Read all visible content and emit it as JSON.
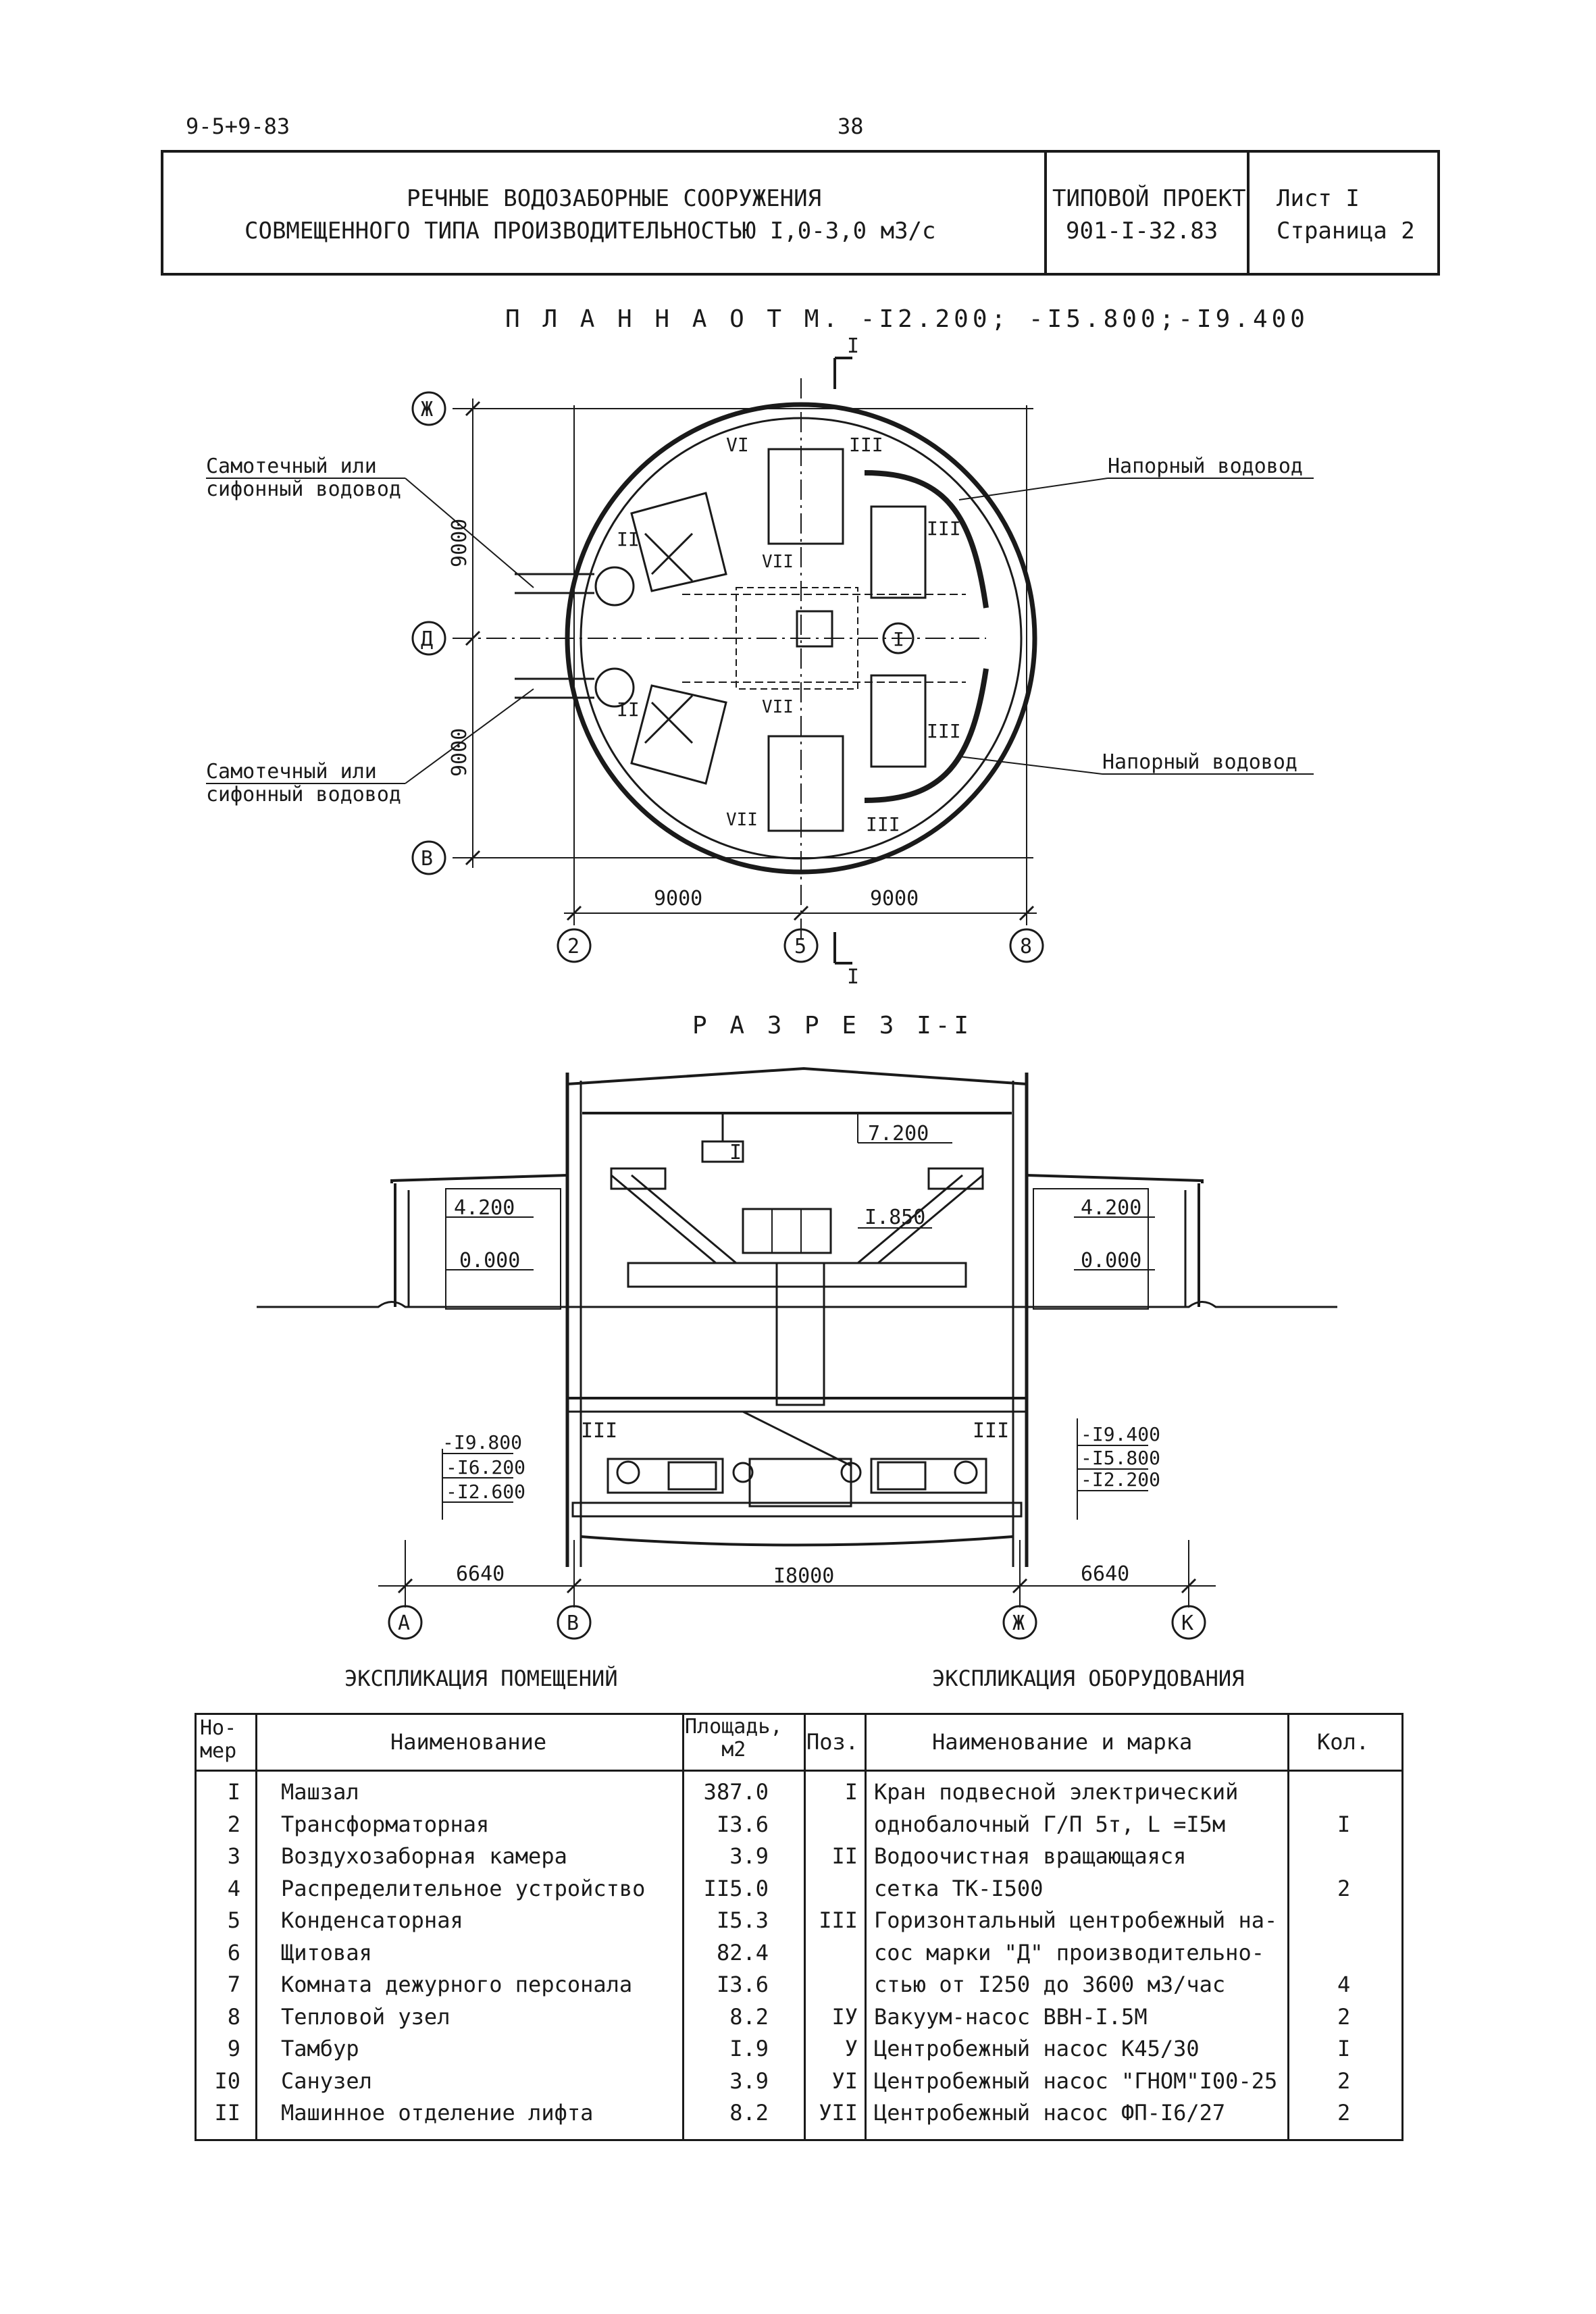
{
  "header": {
    "doc_code": "9-5+9-83",
    "page_number": "38",
    "title_line1": "РЕЧНЫЕ  ВОДОЗАБОРНЫЕ  СООРУЖЕНИЯ",
    "title_line2": "СОВМЕЩЕННОГО ТИПА  ПРОИЗВОДИТЕЛЬНОСТЬЮ  I,0-3,0 м3/с",
    "project_label": "ТИПОВОЙ ПРОЕКТ",
    "project_number": "901-I-32.83",
    "sheet": "Лист I",
    "page": "Страница 2"
  },
  "plan": {
    "title": "П Л А Н  Н А  О Т М.  -I2.200; -I5.800;-I9.400",
    "section_mark": "I",
    "gravity_pipe_top_1": "Самотечный или",
    "gravity_pipe_top_2": "сифонный водовод",
    "gravity_pipe_bottom_1": "Самотечный или",
    "gravity_pipe_bottom_2": "сифонный водовод",
    "pressure_pipe_top": "Напорный водовод",
    "pressure_pipe_bottom": "Напорный водовод",
    "axis_zh": "Ж",
    "axis_d": "Д",
    "axis_v": "В",
    "axis_2": "2",
    "axis_5": "5",
    "axis_8": "8",
    "dim_vertical_top": "9000",
    "dim_vertical_bottom": "9000",
    "dim_horizontal_left": "9000",
    "dim_horizontal_right": "9000",
    "pos_I": "I",
    "pos_II_a": "II",
    "pos_II_b": "II",
    "pos_III_a": "III",
    "pos_III_b": "III",
    "pos_III_c": "III",
    "pos_III_d": "III",
    "pos_VI": "VI",
    "pos_VII_a": "VII",
    "pos_VII_b": "VII",
    "pos_VII_c": "VII"
  },
  "section": {
    "title": "Р А З Р Е З  I-I",
    "crane_label": "I",
    "elev_7200": "7.200",
    "elev_1850": "I.850",
    "elev_4200_left": "4.200",
    "elev_4200_right": "4.200",
    "elev_0000_left": "0.000",
    "elev_0000_right": "0.000",
    "elev_left_1": "-I9.800",
    "elev_left_2": "-I6.200",
    "elev_left_3": "-I2.600",
    "elev_right_1": "-I9.400",
    "elev_right_2": "-I5.800",
    "elev_right_3": "-I2.200",
    "pump_left": "III",
    "pump_right": "III",
    "dim_left": "6640",
    "dim_center": "I8000",
    "dim_right": "6640",
    "axis_a": "А",
    "axis_v": "В",
    "axis_zh": "Ж",
    "axis_k": "К"
  },
  "rooms": {
    "caption": "ЭКСПЛИКАЦИЯ  ПОМЕЩЕНИЙ",
    "headers": {
      "number": "Но-\nмер",
      "name": "Наименование",
      "area": "Площадь,\nм2"
    },
    "rows": [
      {
        "number": "I",
        "name": "Машзал",
        "area": "387.0"
      },
      {
        "number": "2",
        "name": "Трансформаторная",
        "area": "I3.6"
      },
      {
        "number": "3",
        "name": "Воздухозаборная камера",
        "area": "3.9"
      },
      {
        "number": "4",
        "name": "Распределительное устройство",
        "area": "II5.0"
      },
      {
        "number": "5",
        "name": "Конденсаторная",
        "area": "I5.3"
      },
      {
        "number": "6",
        "name": "Щитовая",
        "area": "82.4"
      },
      {
        "number": "7",
        "name": "Комната дежурного персонала",
        "area": "I3.6"
      },
      {
        "number": "8",
        "name": "Тепловой узел",
        "area": "8.2"
      },
      {
        "number": "9",
        "name": "Тамбур",
        "area": "I.9"
      },
      {
        "number": "I0",
        "name": "Санузел",
        "area": "3.9"
      },
      {
        "number": "II",
        "name": "Машинное отделение лифта",
        "area": "8.2"
      }
    ]
  },
  "equipment": {
    "caption": "ЭКСПЛИКАЦИЯ  ОБОРУДОВАНИЯ",
    "headers": {
      "pos": "Поз.",
      "name": "Наименование и марка",
      "qty": "Кол."
    },
    "rows": [
      {
        "pos": "I",
        "name": "Кран подвесной электрический",
        "qty": ""
      },
      {
        "pos": "",
        "name": "однобалочный Г/П 5т,  L =I5м",
        "qty": "I"
      },
      {
        "pos": "II",
        "name": "Водоочистная вращающаяся",
        "qty": ""
      },
      {
        "pos": "",
        "name": "сетка ТК-I500",
        "qty": "2"
      },
      {
        "pos": "III",
        "name": "Горизонтальный центробежный на-",
        "qty": ""
      },
      {
        "pos": "",
        "name": "сос марки \"Д\" производительно-",
        "qty": ""
      },
      {
        "pos": "",
        "name": "стью от I250 до 3600 м3/час",
        "qty": "4"
      },
      {
        "pos": "IУ",
        "name": "Вакуум-насос ВВН-I.5М",
        "qty": "2"
      },
      {
        "pos": "У",
        "name": "Центробежный насос К45/30",
        "qty": "I"
      },
      {
        "pos": "УI",
        "name": "Центробежный насос \"ГНОМ\"I00-25",
        "qty": "2"
      },
      {
        "pos": "УII",
        "name": "Центробежный насос ФП-I6/27",
        "qty": "2"
      }
    ]
  }
}
